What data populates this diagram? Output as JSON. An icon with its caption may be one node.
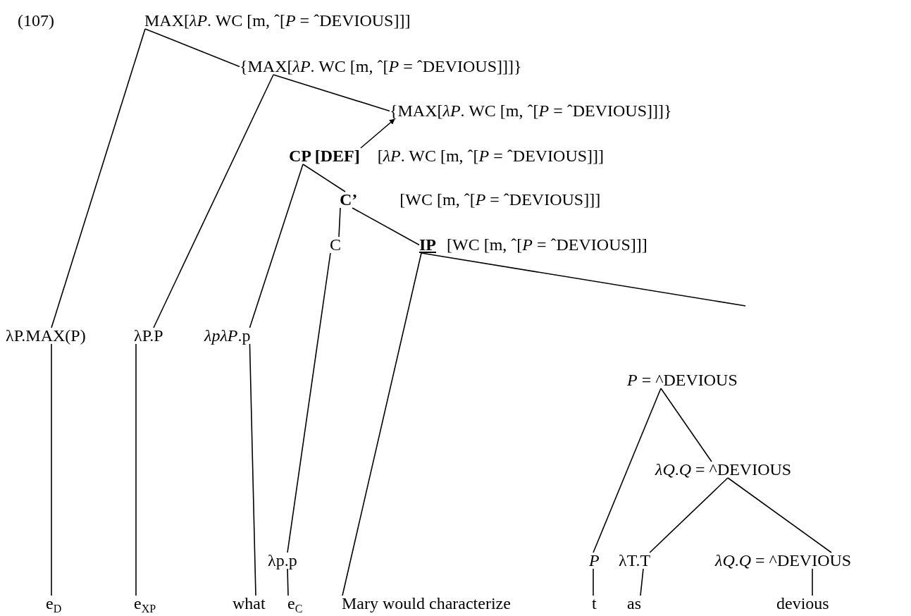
{
  "diagram": {
    "nodes": [
      {
        "text": [
          "MAX[*λP*. WC [m, ˆ[*P* = ˆDEVIOUS]]]"
        ]
      },
      {
        "text": [
          "{MAX[*λP*. WC [m, ˆ[*P* = ˆDEVIOUS]]]}"
        ]
      },
      {
        "text": [
          "{MAX[*λP*. WC [m, ˆ[*P* = ˆDEVIOUS]]]}"
        ]
      },
      {
        "text": [
          "CP [DEF]",
          "[*λP*. WC [m, ˆ[*P* = ˆDEVIOUS]]]"
        ]
      },
      {
        "text": [
          "C’",
          "[WC [m, ˆ[*P* = ˆDEVIOUS]]]"
        ]
      },
      {
        "text": [
          "C"
        ]
      },
      {
        "text": [
          "IP",
          "[WC [m, ˆ[*P* = ˆDEVIOUS]]]"
        ]
      },
      {
        "text": [
          "λP.MAX(P)"
        ]
      },
      {
        "text": [
          "λP.P"
        ]
      },
      {
        "text": [
          "*λpλP*.p"
        ]
      },
      {
        "text": [
          "*P* = ^DEVIOUS"
        ]
      },
      {
        "text": [
          "*λQ*.*Q* = ^DEVIOUS"
        ]
      },
      {
        "text": [
          "λp.p"
        ]
      },
      {
        "text": [
          "*P*"
        ]
      },
      {
        "text": [
          "λT.T"
        ]
      },
      {
        "text": [
          "*λQ*.*Q* = ^DEVIOUS"
        ]
      },
      {
        "text": [
          "e$_{D}$"
        ]
      },
      {
        "text": [
          "e$_{XP}$"
        ]
      },
      {
        "text": [
          "what"
        ]
      },
      {
        "text": [
          "e$_{C}$"
        ]
      },
      {
        "text": [
          "Mary would characterize"
        ]
      },
      {
        "text": [
          "t"
        ]
      },
      {
        "text": [
          "as"
        ]
      },
      {
        "text": [
          "devious"
        ]
      }
    ],
    "edges": [
      {
        "from": 0,
        "to": 7,
        "arrow": "none"
      },
      {
        "from": 0,
        "to": 1,
        "arrow": "none"
      },
      {
        "from": 1,
        "to": 8,
        "arrow": "none"
      },
      {
        "from": 1,
        "to": 2,
        "arrow": "none"
      },
      {
        "from": 3,
        "to": 2,
        "arrow": "to"
      },
      {
        "from": 3,
        "to": 9,
        "arrow": "none"
      },
      {
        "from": 3,
        "to": 4,
        "arrow": "none"
      },
      {
        "from": 4,
        "to": 5,
        "arrow": "none"
      },
      {
        "from": 4,
        "to": 6,
        "arrow": "none"
      },
      {
        "from": 5,
        "to": 12,
        "arrow": "none"
      },
      {
        "from": 6,
        "to": 20,
        "arrow": "none"
      },
      {
        "from": 6,
        "to": null,
        "arrow": "none"
      },
      {
        "from": 7,
        "to": 16,
        "arrow": "none"
      },
      {
        "from": 8,
        "to": 17,
        "arrow": "none"
      },
      {
        "from": 9,
        "to": 18,
        "arrow": "none"
      },
      {
        "from": 12,
        "to": 19,
        "arrow": "none"
      },
      {
        "from": 10,
        "to": 13,
        "arrow": "none"
      },
      {
        "from": 10,
        "to": 11,
        "arrow": "none"
      },
      {
        "from": 11,
        "to": 14,
        "arrow": "none"
      },
      {
        "from": 11,
        "to": 15,
        "arrow": "none"
      },
      {
        "from": 13,
        "to": 21,
        "arrow": "none"
      },
      {
        "from": 14,
        "to": 22,
        "arrow": "none"
      },
      {
        "from": 15,
        "to": 23,
        "arrow": "none"
      }
    ],
    "labels": [
      "(107)"
    ]
  }
}
